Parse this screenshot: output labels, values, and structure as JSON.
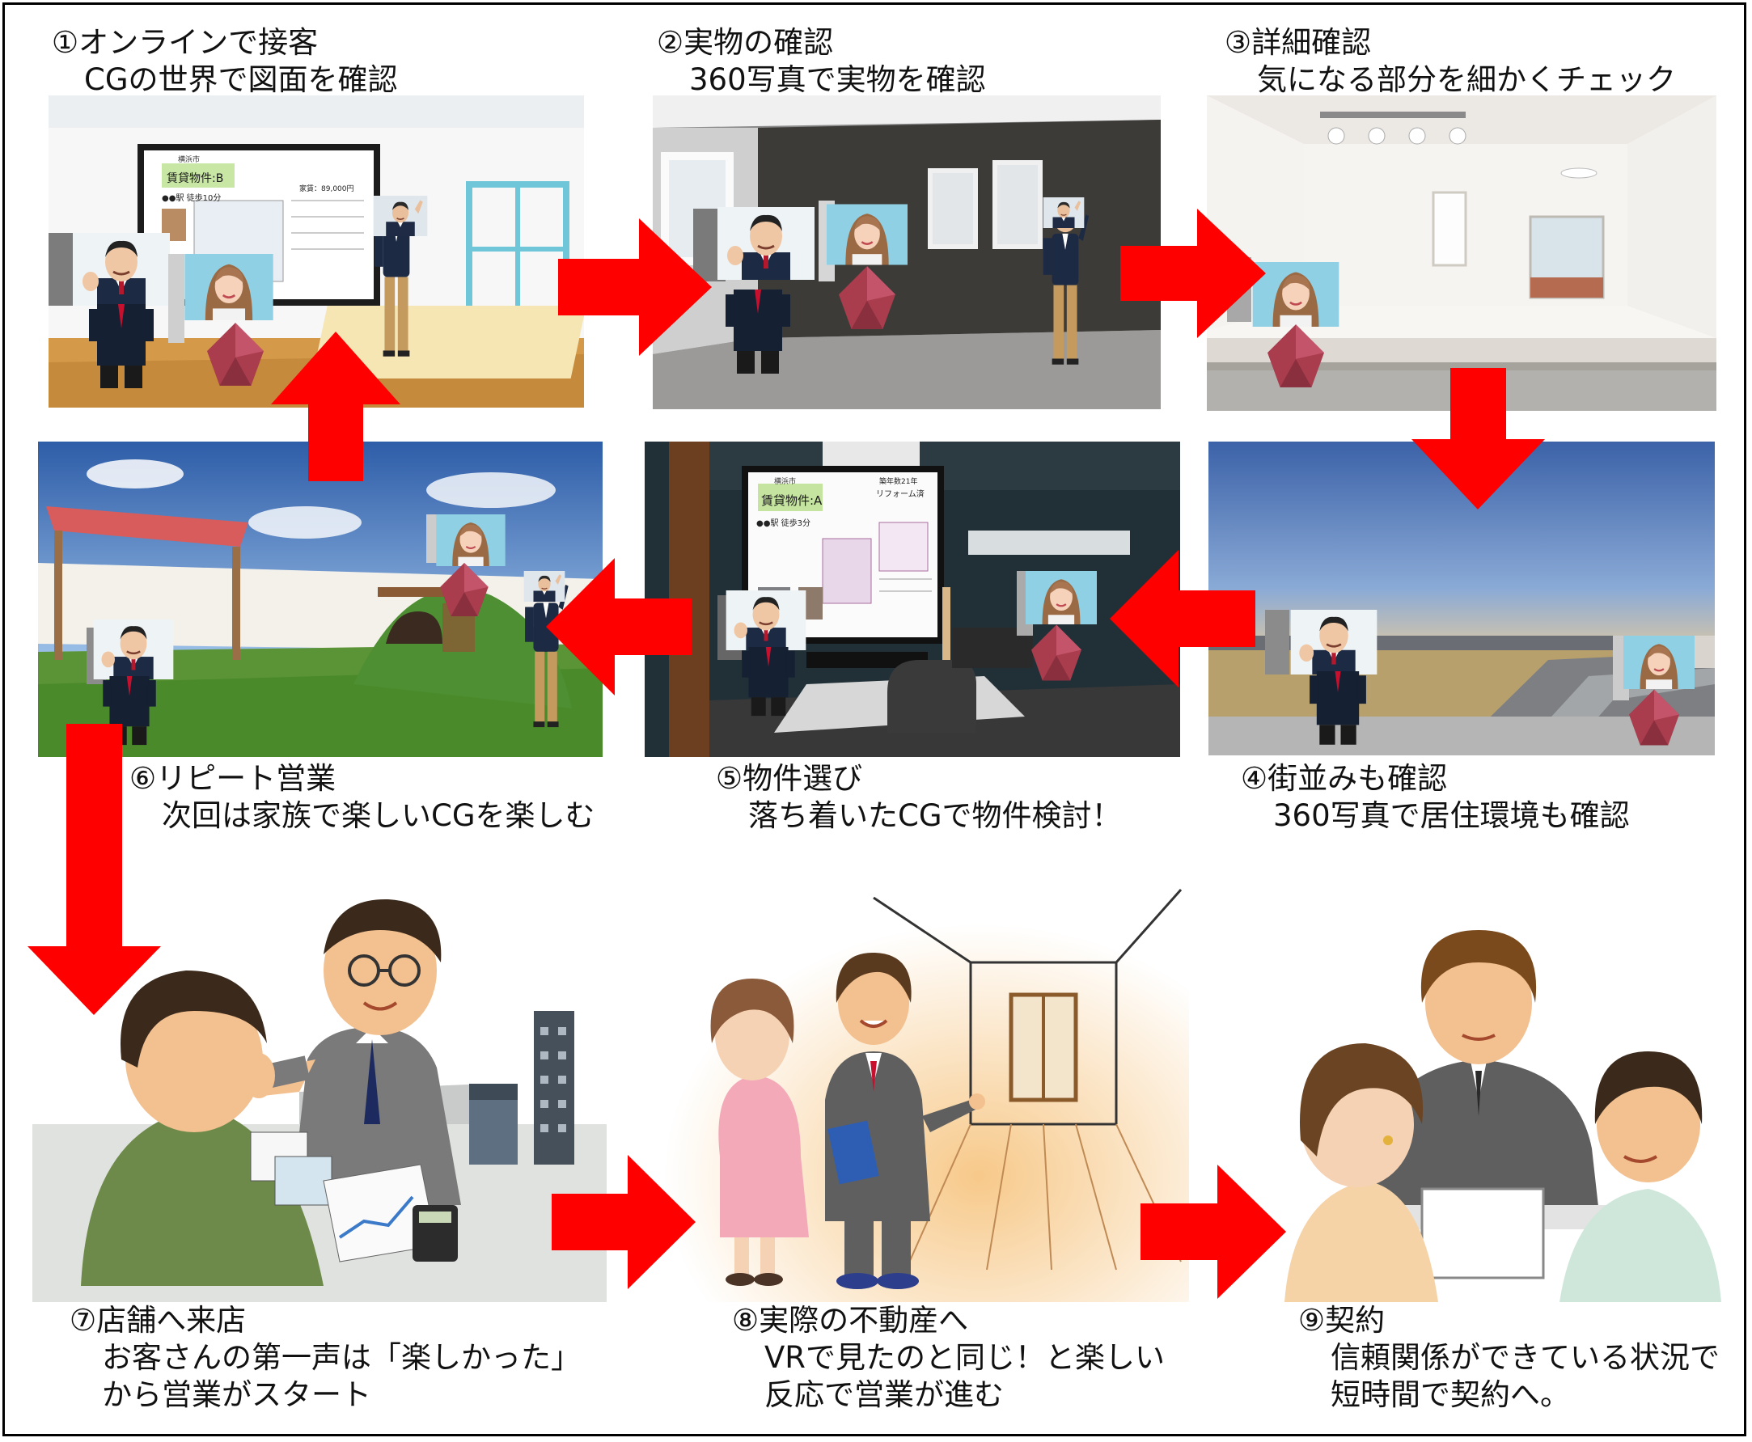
{
  "colors": {
    "arrow": "#ff0000",
    "frame": "#000000",
    "suit_dark": "#152033",
    "tie": "#c8102e",
    "avatar_red": "#a93c4d"
  },
  "steps": [
    {
      "title": "①オンラインで接客",
      "subtitle": "CGの世界で図面を確認",
      "screen_heading": "賃貸物件:B",
      "screen_price": "家賃：89,000円",
      "screen_access": "●●駅 徒歩10分",
      "screen_city": "横浜市"
    },
    {
      "title": "②実物の確認",
      "subtitle": "360写真で実物を確認"
    },
    {
      "title": "③詳細確認",
      "subtitle": "気になる部分を細かくチェック"
    },
    {
      "title": "④街並みも確認",
      "subtitle": "360写真で居住環境も確認"
    },
    {
      "title": "⑤物件選び",
      "subtitle": "落ち着いたCGで物件検討！",
      "screen_heading": "賃貸物件:A",
      "screen_access": "●●駅 徒歩3分",
      "screen_city": "横浜市",
      "screen_age": "築年数21年",
      "screen_reform": "リフォーム済"
    },
    {
      "title": "⑥リピート営業",
      "subtitle": "次回は家族で楽しいCGを楽しむ"
    },
    {
      "title": "⑦店舗へ来店",
      "subtitle": "お客さんの第一声は「楽しかった」",
      "subtitle2": "から営業がスタート"
    },
    {
      "title": "⑧実際の不動産へ",
      "subtitle": "VRで見たのと同じ！と楽しい",
      "subtitle2": "反応で営業が進む"
    },
    {
      "title": "⑨契約",
      "subtitle": "信頼関係ができている状況で",
      "subtitle2": "短時間で契約へ。"
    }
  ]
}
